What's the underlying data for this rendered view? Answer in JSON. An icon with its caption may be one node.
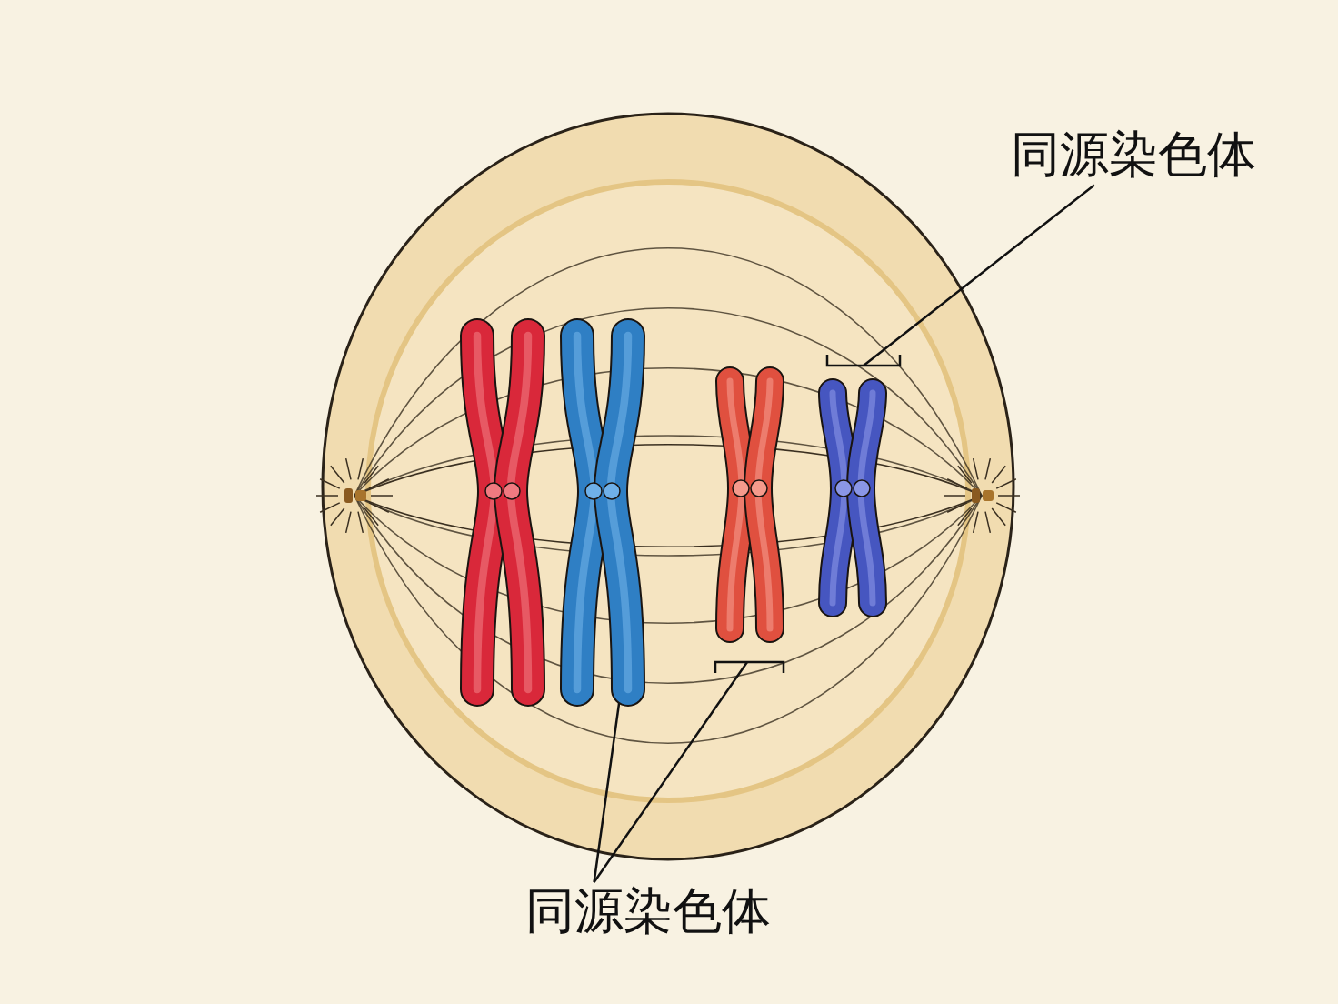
{
  "diagram": {
    "nodes": [
      {
        "text": [
          "同源染色体"
        ]
      },
      {
        "text": [],
        "shape": "picture"
      },
      {
        "text": [],
        "shape": "picture"
      },
      {
        "text": [],
        "shape": "picture"
      },
      {
        "text": [
          "同源染色体"
        ]
      }
    ],
    "edges": [
      {
        "from": 0,
        "to": 3,
        "arrow": "none"
      },
      {
        "from": 4,
        "to": 1,
        "arrow": "none"
      },
      {
        "from": 4,
        "to": 2,
        "arrow": "none"
      }
    ]
  }
}
